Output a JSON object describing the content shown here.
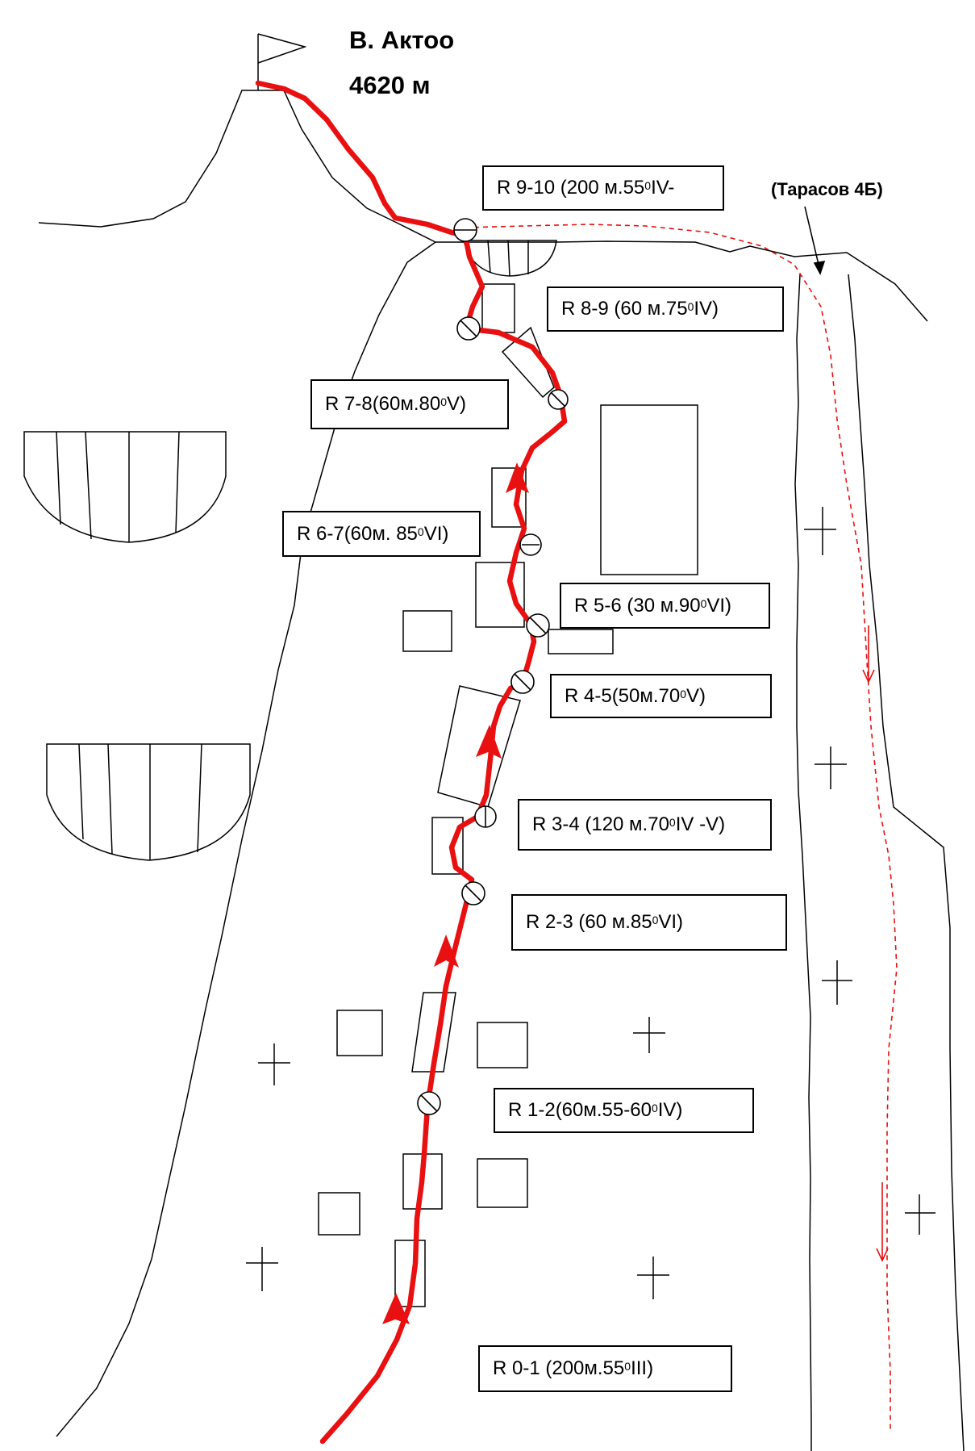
{
  "peak": {
    "name": "В. Актоо",
    "elevation": "4620 м"
  },
  "neighbor_route_label": "(Тарасов 4Б)",
  "pitches": [
    {
      "id": "r9-10",
      "prefix": "R 9-10 (200 м.55",
      "sup": "0",
      "suffix": " IV-"
    },
    {
      "id": "r8-9",
      "prefix": "R 8-9 (60 м.75",
      "sup": "0",
      "suffix": "IV)"
    },
    {
      "id": "r7-8",
      "prefix": "R 7-8(60м.80",
      "sup": "0",
      "suffix": "V)"
    },
    {
      "id": "r6-7",
      "prefix": "R 6-7(60м. 85",
      "sup": "0",
      "suffix": "VI)"
    },
    {
      "id": "r5-6",
      "prefix": "R 5-6 (30 м.90",
      "sup": "0",
      "suffix": "VI)"
    },
    {
      "id": "r4-5",
      "prefix": "R 4-5(50м.70",
      "sup": "0",
      "suffix": "V)"
    },
    {
      "id": "r3-4",
      "prefix": "R 3-4 (120 м.70",
      "sup": "0",
      "suffix": "IV -V)"
    },
    {
      "id": "r2-3",
      "prefix": "R 2-3 (60 м.85",
      "sup": "0",
      "suffix": " VI)"
    },
    {
      "id": "r1-2",
      "prefix": "R 1-2(60м.55-60",
      "sup": "0",
      "suffix": "IV)"
    },
    {
      "id": "r0-1",
      "prefix": "R 0-1 (200м.55",
      "sup": "0",
      "suffix": "III)"
    }
  ],
  "colors": {
    "route": "#e81010",
    "neighbor_route": "#e81010",
    "ink": "#000000"
  }
}
